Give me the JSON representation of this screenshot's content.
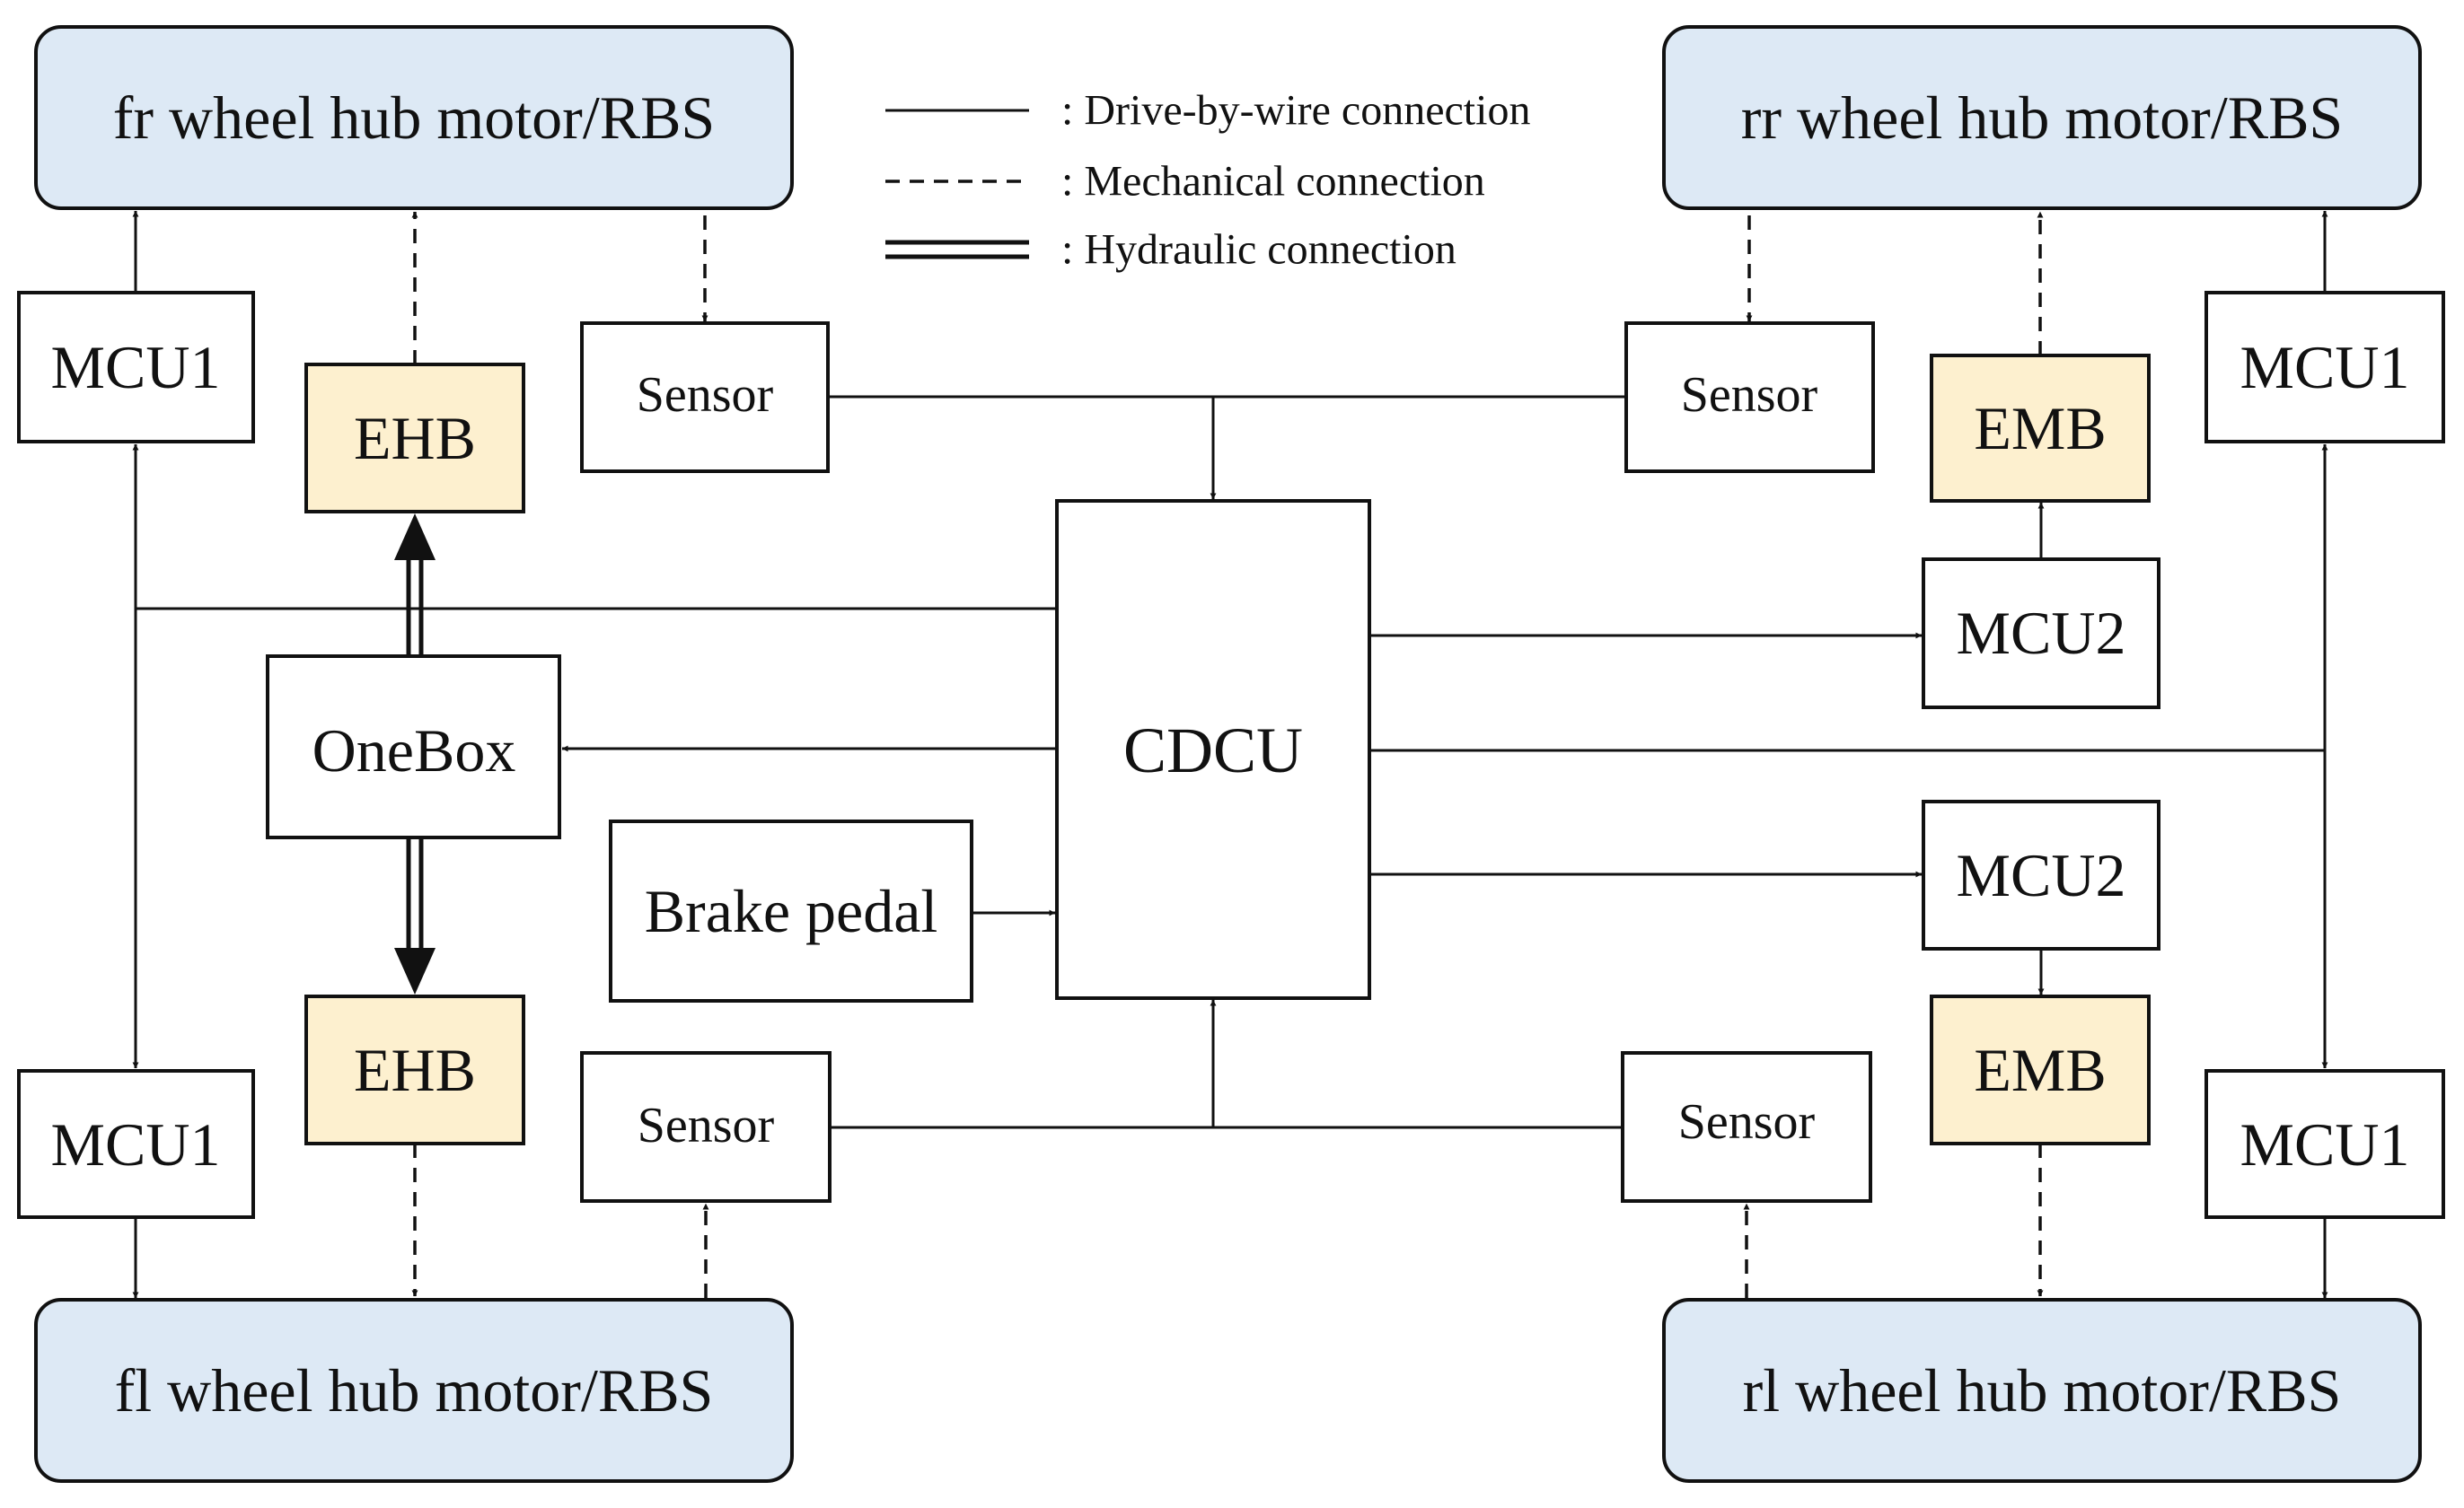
{
  "colors": {
    "wheel_fill": "#dde9f5",
    "actuator_fill": "#fdf0cf",
    "box_fill": "#ffffff",
    "stroke": "#111111"
  },
  "legend": {
    "drive_by_wire": ": Drive-by-wire connection",
    "mechanical": ": Mechanical connection",
    "hydraulic": ": Hydraulic connection"
  },
  "nodes": {
    "fr_wheel": "fr wheel hub motor/RBS",
    "rr_wheel": "rr wheel hub motor/RBS",
    "fl_wheel": "fl wheel hub motor/RBS",
    "rl_wheel": "rl wheel hub motor/RBS",
    "mcu1_top_left": "MCU1",
    "mcu1_bottom_left": "MCU1",
    "mcu1_top_right": "MCU1",
    "mcu1_bottom_right": "MCU1",
    "ehb_top": "EHB",
    "ehb_bottom": "EHB",
    "emb_top": "EMB",
    "emb_bottom": "EMB",
    "mcu2_top": "MCU2",
    "mcu2_bottom": "MCU2",
    "sensor_top_left": "Sensor",
    "sensor_top_right": "Sensor",
    "sensor_bottom_left": "Sensor",
    "sensor_bottom_right": "Sensor",
    "onebox": "OneBox",
    "cdcu": "CDCU",
    "brake_pedal": "Brake pedal"
  }
}
